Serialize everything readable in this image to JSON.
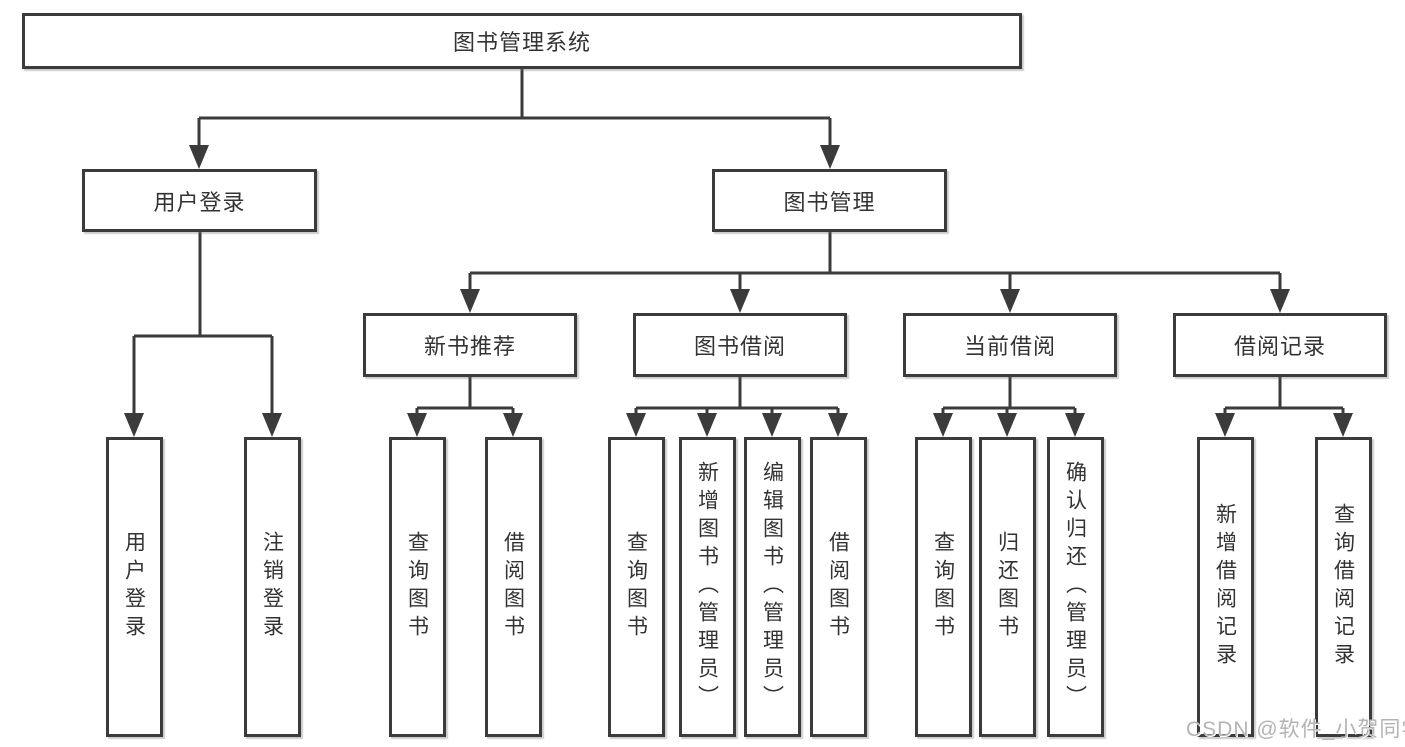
{
  "diagram": {
    "root": {
      "label": "图书管理系统"
    },
    "level2": [
      {
        "label": "用户登录"
      },
      {
        "label": "图书管理"
      }
    ],
    "level3": [
      {
        "label": "新书推荐"
      },
      {
        "label": "图书借阅"
      },
      {
        "label": "当前借阅"
      },
      {
        "label": "借阅记录"
      }
    ],
    "leaves": {
      "user_login": [
        "用户登录",
        "注销登录"
      ],
      "new_book": [
        "查询图书",
        "借阅图书"
      ],
      "book_borrow": [
        "查询图书",
        "新增图书（管理员）",
        "编辑图书（管理员）",
        "借阅图书"
      ],
      "current_borrow": [
        "查询图书",
        "归还图书",
        "确认归还（管理员）"
      ],
      "borrow_records": [
        "新增借阅记录",
        "查询借阅记录"
      ]
    }
  },
  "watermark": {
    "text": "CSDN @软件_小贺同学"
  },
  "colors": {
    "line": "#3b3b3b",
    "text": "#333333",
    "box_background": "#ffffff",
    "watermark": "#b4b4b4",
    "background": "#ffffff"
  }
}
